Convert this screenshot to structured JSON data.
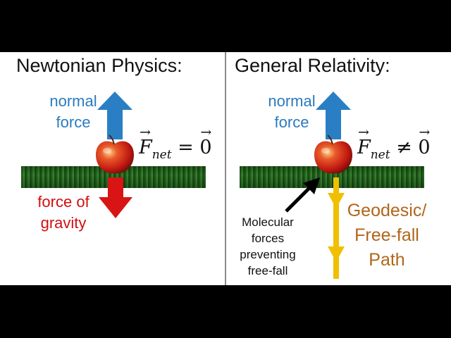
{
  "left_panel": {
    "title": "Newtonian Physics:",
    "normal_force_line1": "normal",
    "normal_force_line2": "force",
    "gravity_line1": "force of",
    "gravity_line2": "gravity",
    "equation_sub": "net",
    "equation_op": "="
  },
  "right_panel": {
    "title": "General Relativity:",
    "normal_force_line1": "normal",
    "normal_force_line2": "force",
    "equation_sub": "net",
    "equation_op": "≠",
    "molecular_lines": [
      "Molecular",
      "forces",
      "preventing",
      "free-fall"
    ],
    "geodesic_lines": [
      "Geodesic/",
      "Free-fall",
      "Path"
    ]
  },
  "colors": {
    "normal_force": "#2b7bbf",
    "gravity": "#d01010",
    "geodesic": "#b0661a",
    "geodesic_arrow": "#f0c000",
    "background": "#000000"
  },
  "icons": [
    "apple-icon",
    "grass-ground",
    "up-arrow-icon",
    "down-arrow-icon"
  ]
}
